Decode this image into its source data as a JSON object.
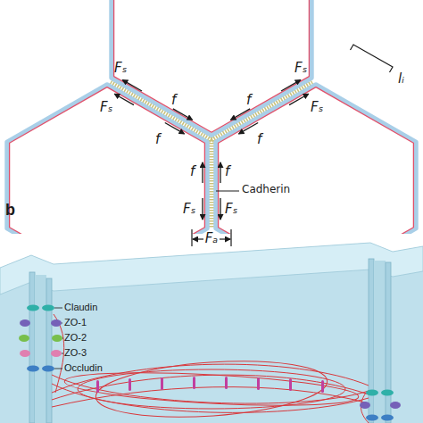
{
  "diagram": {
    "labels": [
      "Fₛ",
      "Fₛ",
      "f",
      "f",
      "Fₛ",
      "Fₛ",
      "lᵢ",
      "f",
      "f",
      "f",
      "f",
      "Cadherin",
      "Fₛ",
      "Fₛ",
      "Fₐ",
      "b",
      "Claudin",
      "ZO-1",
      "ZO-2",
      "ZO-3",
      "Occludin"
    ]
  }
}
